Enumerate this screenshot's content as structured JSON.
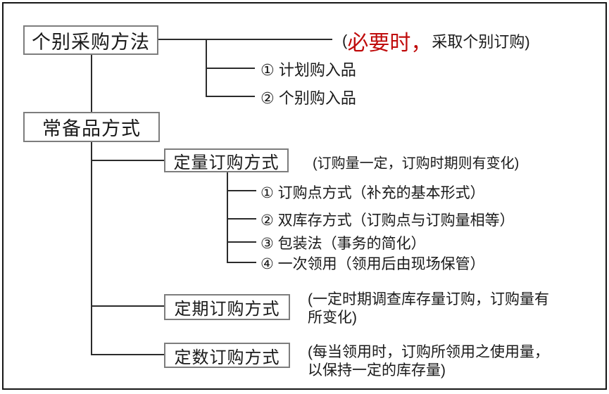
{
  "colors": {
    "red_accent": "#c00c0c",
    "text": "#1a1a1a",
    "line": "#2b2b2b",
    "box_border": "#7d7d7d"
  },
  "tree": {
    "root_individual": {
      "label": "个别采购方法",
      "note": {
        "open": "(",
        "red": "必要时，",
        "rest": "采取个别订购)"
      },
      "items": [
        "① 计划购入品",
        "② 个别购入品"
      ]
    },
    "root_standing": {
      "label": "常备品方式"
    },
    "branch_fixed_qty": {
      "label": "定量订购方式",
      "note": "(订购量一定，订购时期则有变化)",
      "items": [
        "① 订购点方式（补充的基本形式）",
        "② 双库存方式（订购点与订购量相等）",
        "③ 包装法（事务的简化）",
        "④ 一次领用（领用后由现场保管）"
      ]
    },
    "branch_fixed_period": {
      "label": "定期订购方式",
      "note": "(一定时期调查库存量订购，订购量有\n所变化)"
    },
    "branch_fixed_number": {
      "label": "定数订购方式",
      "note": "(每当领用时，订购所领用之使用量，\n以保持一定的库存量)"
    }
  }
}
